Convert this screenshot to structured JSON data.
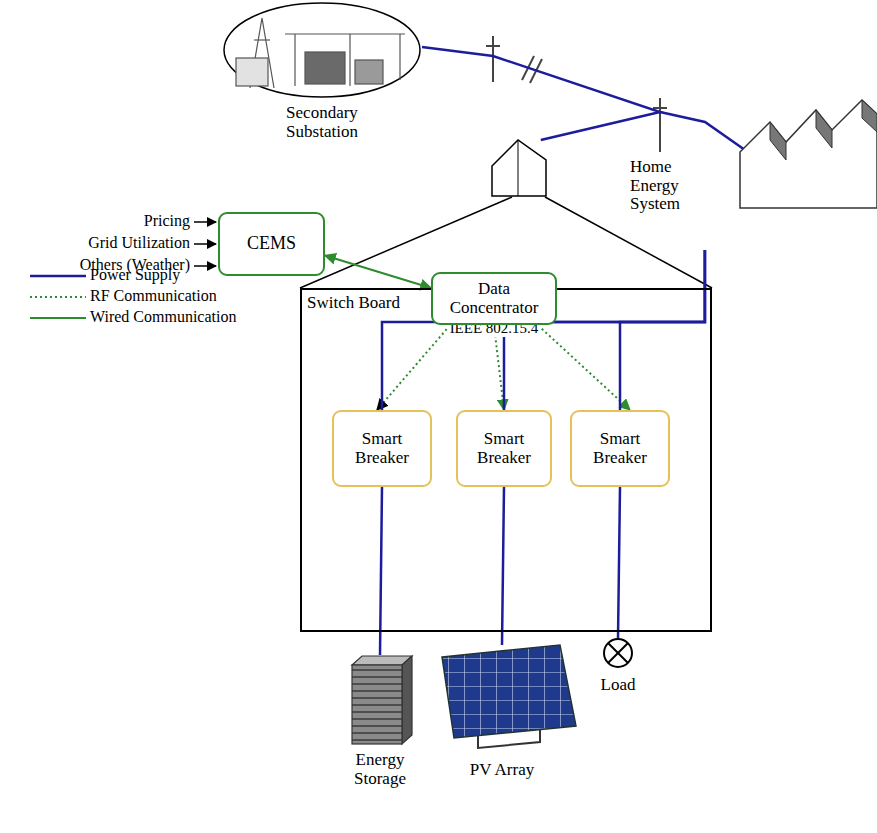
{
  "diagram": {
    "nodes": [
      {
        "text": [
          "Secondary Substation"
        ]
      },
      {
        "text": [
          "Home Energy System"
        ]
      },
      {
        "text": [
          "CEMS"
        ]
      },
      {
        "text": [
          "Data Concentrator"
        ]
      },
      {
        "text": [
          "Switch Board"
        ]
      },
      {
        "text": [
          "Smart Breaker"
        ],
        "in": 4
      },
      {
        "text": [
          "Smart Breaker"
        ],
        "in": 4
      },
      {
        "text": [
          "Smart Breaker"
        ],
        "in": 4
      },
      {
        "text": [
          "Energy Storage"
        ]
      },
      {
        "text": [
          "PV Array"
        ]
      },
      {
        "text": [
          "Load"
        ]
      }
    ],
    "edges": [
      {
        "from": 0,
        "to": 1,
        "arrow": "none"
      },
      {
        "from": 2,
        "to": 3,
        "arrow": "both"
      },
      {
        "from": 3,
        "to": 5,
        "arrow": "to"
      },
      {
        "from": 3,
        "to": 6,
        "arrow": "both"
      },
      {
        "from": 3,
        "to": 7,
        "arrow": "to"
      },
      {
        "from": 1,
        "to": 5,
        "arrow": "none"
      },
      {
        "from": 1,
        "to": 6,
        "arrow": "none"
      },
      {
        "from": 1,
        "to": 7,
        "arrow": "none"
      },
      {
        "from": 5,
        "to": 8,
        "arrow": "none"
      },
      {
        "from": 6,
        "to": 9,
        "arrow": "none"
      },
      {
        "from": 7,
        "to": 10,
        "arrow": "none"
      }
    ],
    "labels": [
      "Pricing",
      "Grid Utilization",
      "Others (Weather)",
      "IEEE 802.15.4"
    ],
    "legend": [
      {
        "text": "Power Supply"
      },
      {
        "text": "RF Communication"
      },
      {
        "text": "Wired Communication"
      }
    ]
  }
}
